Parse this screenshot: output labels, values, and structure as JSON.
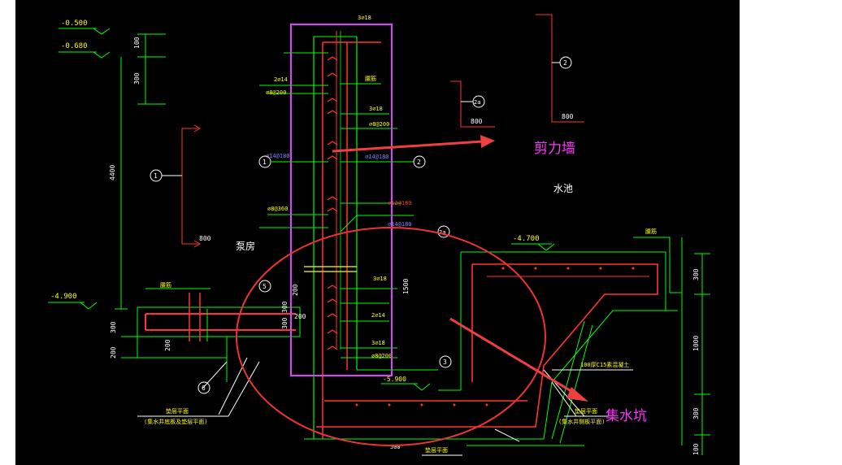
{
  "levels": {
    "top_a": "-0.500",
    "top_b": "-0.680",
    "left_floor": "-4.900",
    "right_floor": "-4.700",
    "pit_bottom": "-5.900"
  },
  "rooms": {
    "pump_room": "泵房",
    "water_tank": "水池"
  },
  "annotations": {
    "shear_wall": "剪力墙",
    "sump_pit": "集水坑"
  },
  "rebar_labels": {
    "top_bars": "3⌀18",
    "side_bars": "2⌀14",
    "stirrup_1": "⌀8@200",
    "mid_bars": "3⌀18",
    "stirrup_2": "⌀8@200",
    "wall_h_1": "⌀14@180",
    "wall_h_2": "⌀14@180",
    "wall_v_1": "⌀8@360",
    "wall_v_2": "⌀12@180",
    "wall_v_3": "⌀14@180",
    "lower_bars_1": "3⌀18",
    "lower_bars_2": "2⌀14",
    "lower_bars_3": "3⌀18",
    "lower_stirrup": "⌀8@200",
    "waist": "腰筋",
    "waist_2": "腰筋",
    "pad": "100厚C15素混凝土",
    "plate_left": "垫层平面",
    "plate_right": "垫层平面",
    "plate_bottom": "垫层平面",
    "plate_left_note": "(集水井底板及垫层平面)",
    "plate_right_note": "(集水井侧板平面)"
  },
  "dims": {
    "d1": "100",
    "d2": "300",
    "d3": "4400",
    "d4": "800",
    "d5": "800",
    "d6": "800",
    "d7": "300",
    "d8": "1500",
    "d9": "300",
    "d10": "100",
    "d11": "300",
    "d12": "200",
    "d13": "300",
    "d14": "200",
    "d15": "200",
    "d16": "300",
    "d17": "200",
    "d18": "500",
    "d19": "1000"
  },
  "markers": {
    "m1": "1",
    "m2": "2",
    "m2a": "2a",
    "m2b": "2",
    "m1b": "1",
    "m5": "5",
    "m6": "6",
    "m2c": "2a",
    "m3": "3"
  },
  "colors": {
    "background": "#000000",
    "structure_green": "#00ff00",
    "rebar_red": "#ff3333",
    "text_yellow": "#ffff00",
    "text_white": "#ffffff",
    "highlight_magenta": "#e040ff",
    "ellipse_red": "#ee3333",
    "arrow_red": "#ee4040",
    "callout_blue": "#8080ff"
  }
}
